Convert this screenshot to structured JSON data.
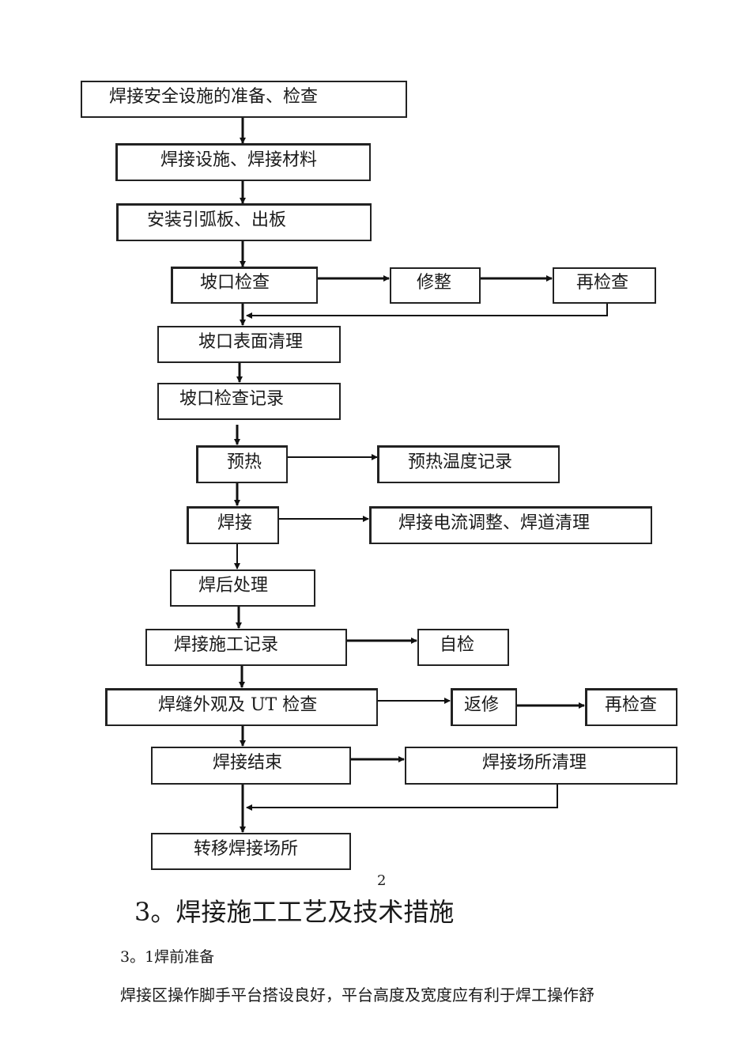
{
  "flowchart": {
    "boxes": [
      "焊接安全设施的准备、检查",
      "焊接设施、焊接材料",
      "安装引弧板、出板",
      "坡口检查",
      "修整",
      "再检查",
      "坡口表面清理",
      "坡口检查记录",
      "预热",
      "预热温度记录",
      "焊接",
      "焊接电流调整、焊道清理",
      "焊后处理",
      "焊接施工记录",
      "自检",
      "焊缝外观及 UT 检查",
      "返修",
      "再检查",
      "焊接结束",
      "焊接场所清理",
      "转移焊接场所"
    ]
  },
  "page_number": "2",
  "section_title": "3。焊接施工工艺及技术措施",
  "subsection_title": "3。1焊前准备",
  "paragraph": "焊接区操作脚手平台搭设良好，平台高度及宽度应有利于焊工操作舒"
}
